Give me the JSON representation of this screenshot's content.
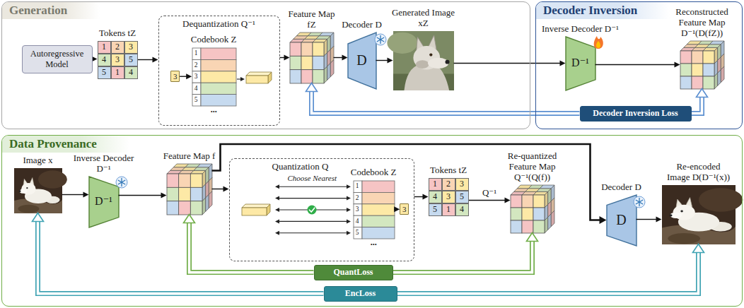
{
  "diagram": {
    "nodes": [
      {
        "text": [
          "Generation"
        ]
      },
      {
        "text": [
          "Autoregressive Model"
        ],
        "in": 0
      },
      {
        "text": [
          "Tokens tZ"
        ],
        "in": 0
      },
      {
        "text": [
          "Dequantization Q⁻¹"
        ],
        "in": 0
      },
      {
        "text": [
          "3"
        ],
        "in": 3
      },
      {
        "text": [
          "Codebook Z"
        ],
        "in": 3
      },
      {
        "text": [
          "Feature Map fZ"
        ],
        "in": 0
      },
      {
        "text": [
          "Decoder D",
          "D"
        ],
        "in": 0
      },
      {
        "text": [
          "Generated Image xZ"
        ],
        "in": 0
      },
      {
        "text": [
          "Decoder Inversion"
        ]
      },
      {
        "text": [
          "Inverse Decoder D⁻¹",
          "D⁻¹"
        ],
        "in": 9
      },
      {
        "text": [
          "Reconstructed Feature Map D⁻¹(D(fZ))"
        ],
        "in": 9
      },
      {
        "text": [
          "Decoder Inversion Loss"
        ],
        "in": 9
      },
      {
        "text": [
          "Data Provenance"
        ]
      },
      {
        "text": [
          "Image x"
        ],
        "in": 13
      },
      {
        "text": [
          "Inverse Decoder D⁻¹",
          "D⁻¹"
        ],
        "in": 13
      },
      {
        "text": [
          "Feature Map f"
        ],
        "in": 13
      },
      {
        "text": [
          "Quantization Q"
        ],
        "in": 13
      },
      {
        "text": [
          "Codebook Z"
        ],
        "in": 17
      },
      {
        "text": [
          "3"
        ],
        "in": 17
      },
      {
        "text": [
          "Tokens tZ"
        ],
        "in": 13
      },
      {
        "text": [
          "Re-quantized Feature Map Q⁻¹(Q(f))"
        ],
        "in": 13
      },
      {
        "text": [
          "Decoder D",
          "D"
        ],
        "in": 13
      },
      {
        "text": [
          "Re-encoded Image D(D⁻¹(x))"
        ],
        "in": 13
      },
      {
        "text": [
          "QuantLoss"
        ],
        "in": 13
      },
      {
        "text": [
          "EncLoss"
        ],
        "in": 13
      }
    ],
    "edges": [
      {
        "from": 1,
        "to": 2,
        "arrow": "to"
      },
      {
        "from": 2,
        "to": 3,
        "arrow": "to"
      },
      {
        "from": 4,
        "to": 5,
        "arrow": "to"
      },
      {
        "from": 3,
        "to": 6,
        "arrow": "to"
      },
      {
        "from": 6,
        "to": 7,
        "arrow": "to"
      },
      {
        "from": 7,
        "to": 8,
        "arrow": "to"
      },
      {
        "from": 8,
        "to": 10,
        "arrow": "to"
      },
      {
        "from": 10,
        "to": 11,
        "arrow": "to"
      },
      {
        "from": 12,
        "to": 6,
        "arrow": "to"
      },
      {
        "from": 12,
        "to": 11,
        "arrow": "to"
      },
      {
        "from": 14,
        "to": 15,
        "arrow": "to"
      },
      {
        "from": 15,
        "to": 16,
        "arrow": "to"
      },
      {
        "from": 16,
        "to": 17,
        "arrow": "to"
      },
      {
        "from": 18,
        "to": 19,
        "arrow": "to"
      },
      {
        "from": 17,
        "to": 20,
        "arrow": "to"
      },
      {
        "from": 20,
        "to": 21,
        "label": "Q⁻¹",
        "arrow": "to"
      },
      {
        "from": 16,
        "to": 22,
        "arrow": "to"
      },
      {
        "from": 22,
        "to": 23,
        "arrow": "to"
      },
      {
        "from": 24,
        "to": 16,
        "arrow": "to"
      },
      {
        "from": 24,
        "to": 21,
        "arrow": "to"
      },
      {
        "from": 25,
        "to": 14,
        "arrow": "to"
      },
      {
        "from": 25,
        "to": 23,
        "arrow": "to"
      }
    ],
    "labels": [
      "1",
      "2",
      "3",
      "4",
      "3",
      "5",
      "5",
      "1",
      "4",
      "1",
      "2",
      "3",
      "4",
      "5",
      "...",
      "Choose Nearest",
      "1",
      "2",
      "3",
      "4",
      "5",
      "...",
      "1",
      "2",
      "3",
      "4",
      "3",
      "5",
      "5",
      "1",
      "4"
    ]
  }
}
